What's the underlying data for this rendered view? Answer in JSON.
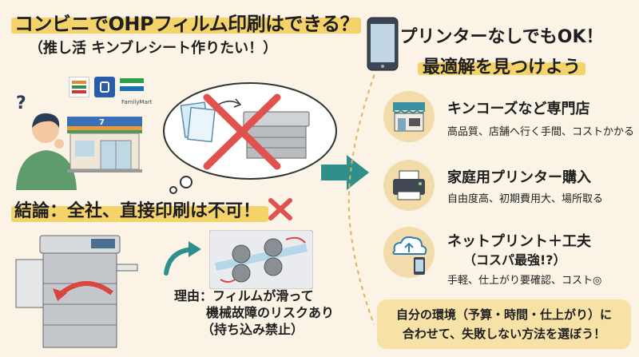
{
  "title": "コンビニでOHPフィルム印刷はできる？",
  "subtitle": "（推し活 キンブレシート作りたい！）",
  "conclusion": "結論：全社、直接印刷は不可！",
  "reason": {
    "label": "理由：",
    "line1": "フィルムが滑って",
    "line2": "機械故障のリスクあり",
    "line3": "（持ち込み禁止）"
  },
  "store_logos": [
    "セブンイレブン",
    "LAWSON",
    "FamilyMart"
  ],
  "right_header": {
    "line1": "プリンターなしでもOK！",
    "line2": "最適解を見つけよう"
  },
  "options": [
    {
      "title": "キンコーズなど専門店",
      "desc": "高品質、店舗へ行く手間、コストかかる",
      "icon": "shop-icon"
    },
    {
      "title": "家庭用プリンター購入",
      "desc": "自由度高、初期費用大、場所取る",
      "icon": "home-printer-icon"
    },
    {
      "title": "ネットプリント＋工夫",
      "subtitle": "（コスパ最強!?）",
      "desc": "手軽、仕上がり要確認、コスト◎",
      "icon": "cloud-phone-icon"
    }
  ],
  "footer_note": {
    "line1": "自分の環境（予算・時間・仕上がり）に",
    "line2": "合わせて、失敗しない方法を選ぼう！"
  },
  "colors": {
    "background": "#faf3e6",
    "highlight": "#f4d46a",
    "red_x": "#e0524e",
    "arrow": "#2f8f8a",
    "icon_circle": "#f3dcab",
    "note_box": "#f6e1a6"
  }
}
